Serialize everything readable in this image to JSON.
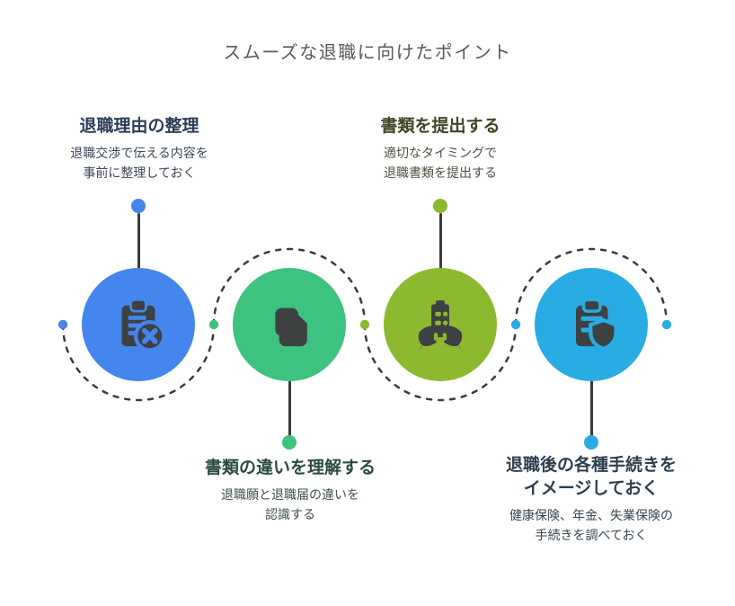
{
  "title": "スムーズな退職に向けたポイント",
  "steps": [
    {
      "heading": "退職理由の整理",
      "description": "退職交渉で伝える内容を\n事前に整理しておく",
      "color": "#4485EE",
      "heading_color": "#2C3E58",
      "icon": "clipboard-x-icon",
      "label_position": "top"
    },
    {
      "heading": "書類の違いを理解する",
      "description": "退職願と退職届の違いを\n認識する",
      "color": "#3DC27F",
      "heading_color": "#2B4B3E",
      "icon": "copy-documents-icon",
      "label_position": "bottom"
    },
    {
      "heading": "書類を提出する",
      "description": "適切なタイミングで\n退職書類を提出する",
      "color": "#8CB92F",
      "heading_color": "#3F4826",
      "icon": "hands-clipboard-icon",
      "label_position": "top"
    },
    {
      "heading": "退職後の各種手続きを\nイメージしておく",
      "description": "健康保険、年金、失業保険の\n手続きを調べておく",
      "color": "#29ACE3",
      "heading_color": "#2C3F4F",
      "icon": "clipboard-shield-icon",
      "label_position": "bottom"
    }
  ],
  "connector_color": "#3A3A3A",
  "background_color": "#FFFFFF",
  "title_color": "#595959"
}
